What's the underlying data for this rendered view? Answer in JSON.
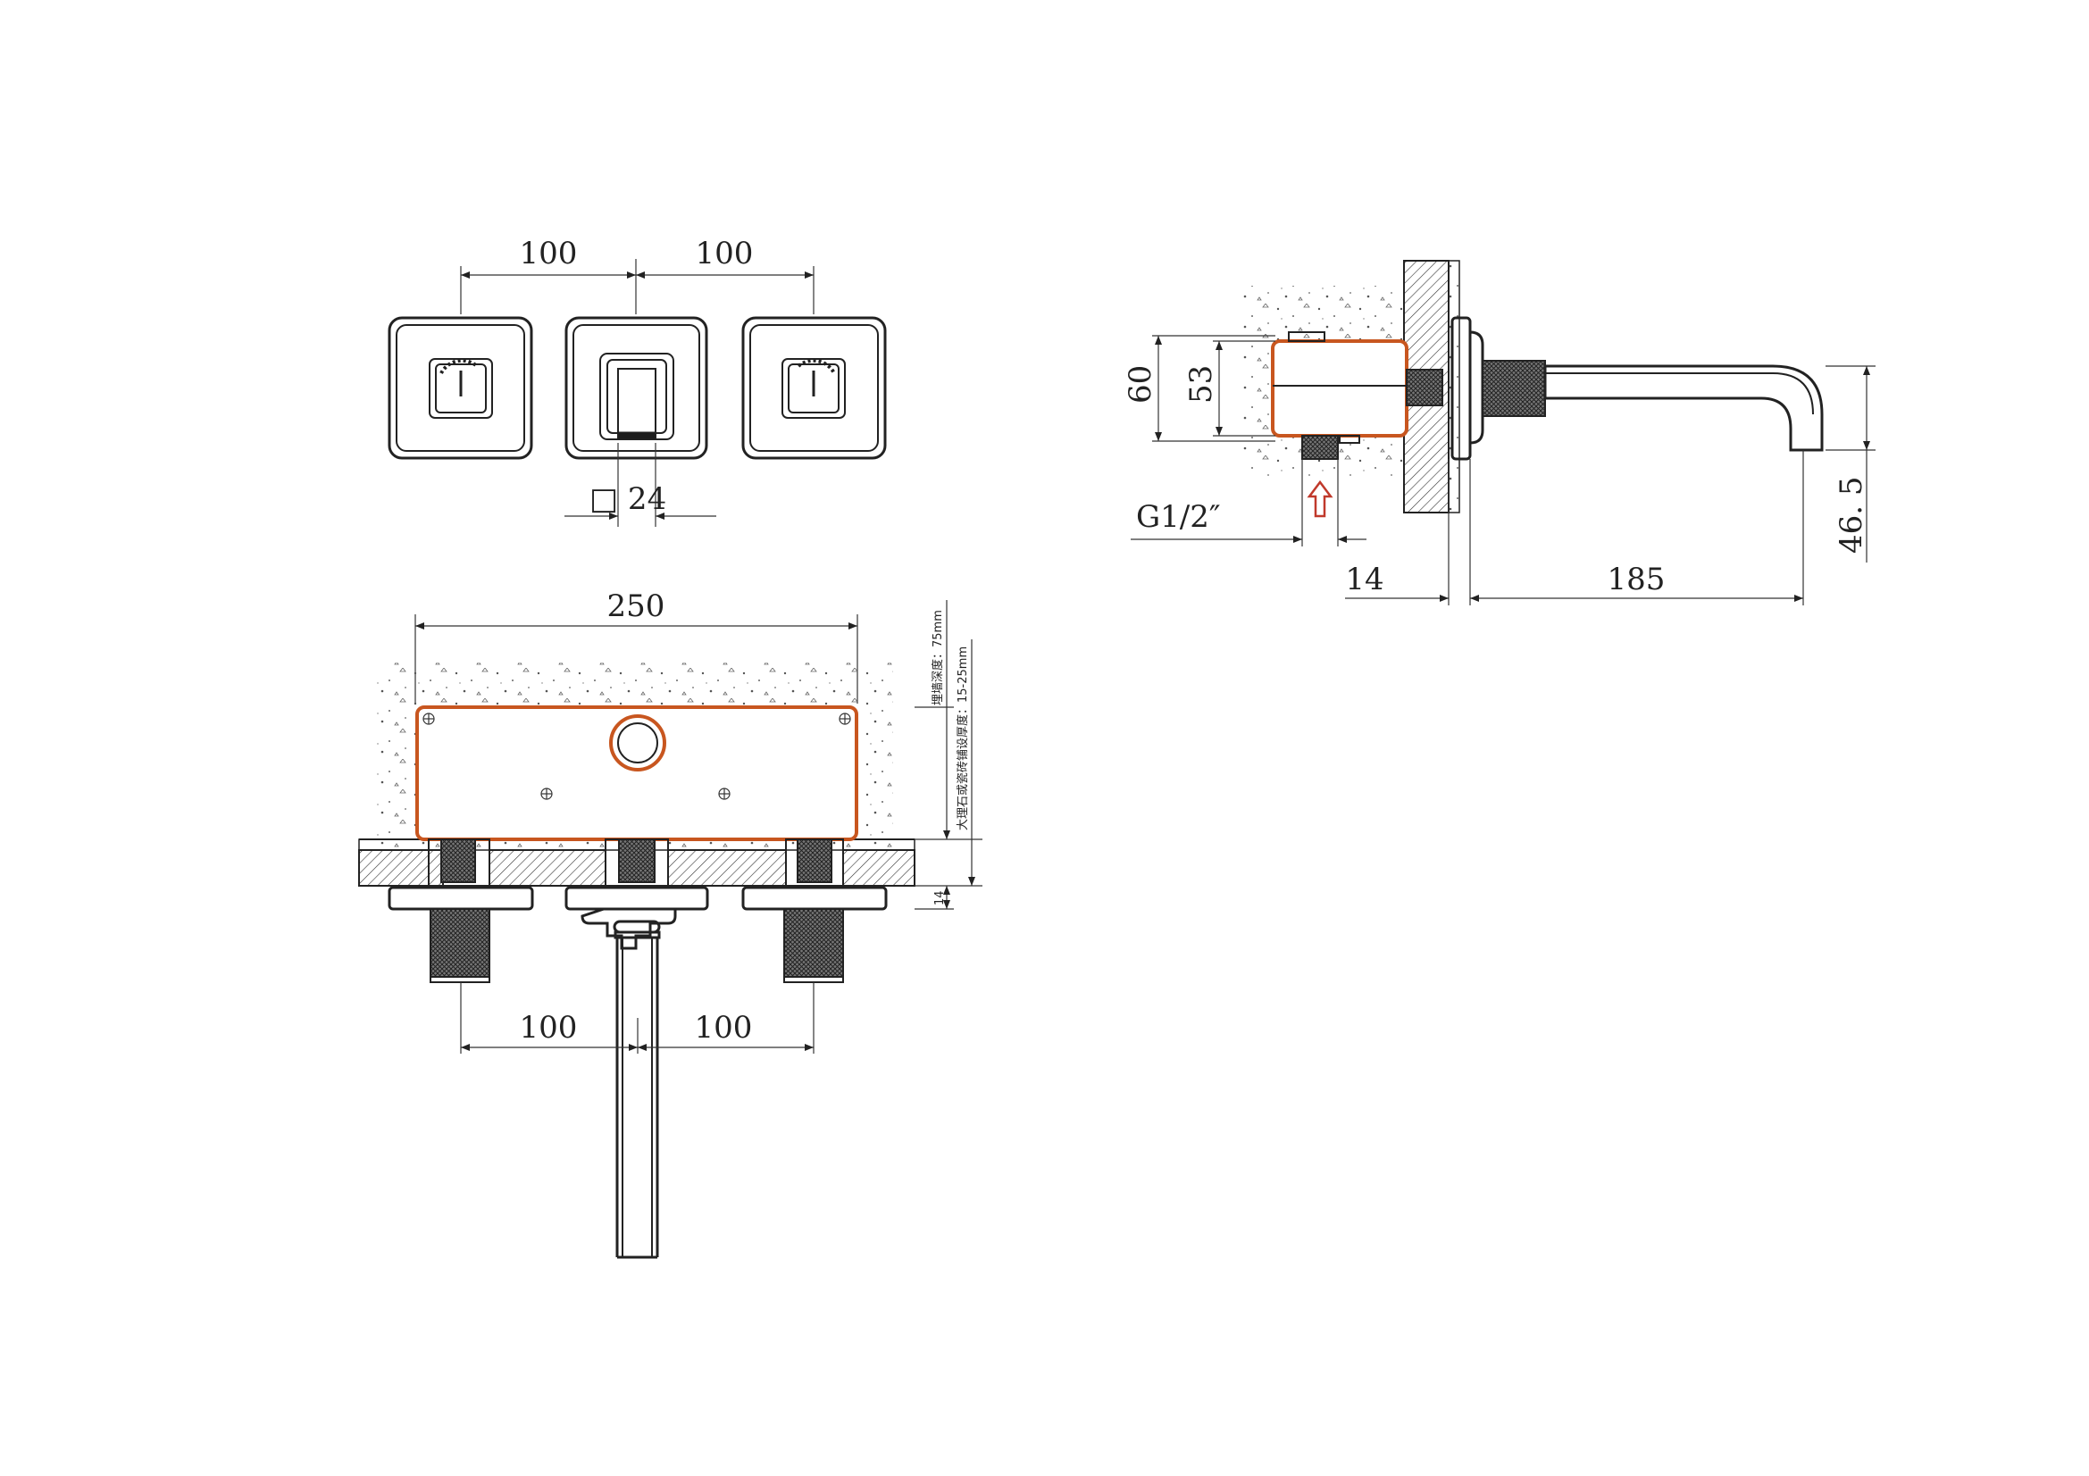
{
  "top_view": {
    "dim_spacing_left": "100",
    "dim_spacing_right": "100",
    "dim_square": "□ 24"
  },
  "front_section": {
    "dim_width": "250",
    "dim_spacing_left": "100",
    "dim_spacing_right": "100",
    "dim_wall_gap": "14",
    "note_embed_depth": "埋墙深度：75mm",
    "note_tile_thickness": "大理石或瓷砖铺设厚度：15-25mm"
  },
  "side_section": {
    "dim_height_outer": "60",
    "dim_height_inner": "53",
    "dim_thread": "G1/2″",
    "dim_offset": "14",
    "dim_reach": "185",
    "dim_spout_height": "46. 5"
  },
  "colors": {
    "body_outline": "#c8561f",
    "inlet_arrow": "#c0392b"
  }
}
